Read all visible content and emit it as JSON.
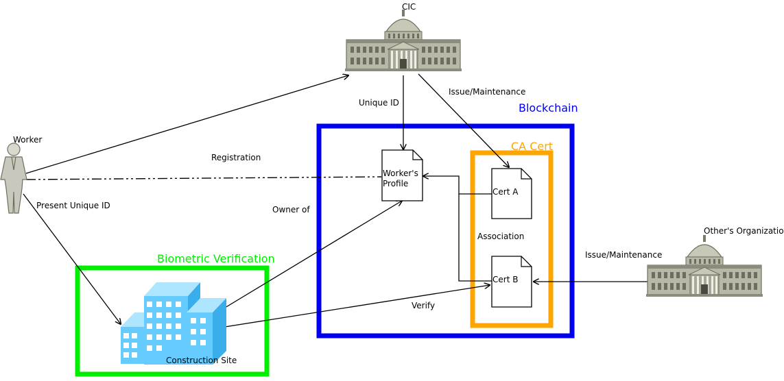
{
  "actors": {
    "worker": "Worker",
    "cic": "CIC",
    "others_org": "Other's Organization",
    "construction_site": "Construction Site"
  },
  "groups": {
    "blockchain": {
      "label": "Blockchain",
      "color": "#0000ee"
    },
    "ca_cert": {
      "label": "CA Cert",
      "color": "#ffa500"
    },
    "biometric": {
      "label": "Biometric Verification",
      "color": "#00ee00"
    }
  },
  "documents": {
    "profile_line1": "Worker's",
    "profile_line2": "Profile",
    "cert_a": "Cert A",
    "cert_b": "Cert B"
  },
  "edges": {
    "registration": "Registration",
    "unique_id": "Unique ID",
    "issue_cic": "Issue/Maintenance",
    "issue_other": "Issue/Maintenance",
    "present_id": "Present Unique ID",
    "owner_of": "Owner of",
    "association": "Association",
    "verify": "Verify"
  },
  "colors": {
    "building_stone": "#b8b8a8",
    "building_dark": "#6e6e60",
    "office_blue": "#66ccff",
    "office_light": "#aee6ff",
    "office_dark": "#3aaeea",
    "person": "#c8c8bc"
  }
}
